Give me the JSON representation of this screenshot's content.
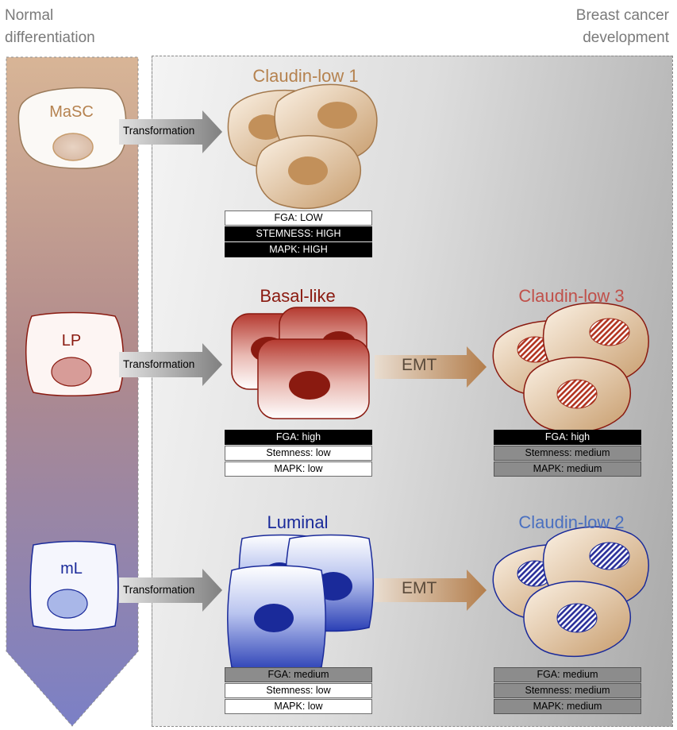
{
  "header": {
    "left_line1": "Normal",
    "left_line2": "differentiation",
    "right_line1": "Breast cancer",
    "right_line2": "development"
  },
  "normal_cells": {
    "masc": "MaSC",
    "lp": "LP",
    "ml": "mL"
  },
  "arrows": {
    "transformation_1": "Transformation",
    "transformation_2": "Transformation",
    "transformation_3": "Transformation",
    "emt_1": "EMT",
    "emt_2": "EMT"
  },
  "subtypes": {
    "claudin_low_1": {
      "title": "Claudin-low 1",
      "color": "#b5824f",
      "bars": [
        {
          "text": "FGA: LOW",
          "style": "white"
        },
        {
          "text": "STEMNESS: HIGH",
          "style": "black"
        },
        {
          "text": "MAPK: HIGH",
          "style": "black"
        }
      ]
    },
    "basal_like": {
      "title": "Basal-like",
      "color": "#8a1a10",
      "bars": [
        {
          "text": "FGA: high",
          "style": "black"
        },
        {
          "text": "Stemness: low",
          "style": "white"
        },
        {
          "text": "MAPK: low",
          "style": "white"
        }
      ]
    },
    "claudin_low_3": {
      "title": "Claudin-low 3",
      "color": "#c0504a",
      "bars": [
        {
          "text": "FGA: high",
          "style": "black"
        },
        {
          "text": "Stemness: medium",
          "style": "gray"
        },
        {
          "text": "MAPK: medium",
          "style": "gray"
        }
      ]
    },
    "luminal": {
      "title": "Luminal",
      "color": "#1a2a9a",
      "bars": [
        {
          "text": "FGA: medium",
          "style": "gray"
        },
        {
          "text": "Stemness: low",
          "style": "white"
        },
        {
          "text": "MAPK: low",
          "style": "white"
        }
      ]
    },
    "claudin_low_2": {
      "title": "Claudin-low 2",
      "color": "#4a70c0",
      "bars": [
        {
          "text": "FGA: medium",
          "style": "gray"
        },
        {
          "text": "Stemness: medium",
          "style": "gray"
        },
        {
          "text": "MAPK: medium",
          "style": "gray"
        }
      ]
    }
  },
  "colors": {
    "tan": "#c9a07a",
    "dark_red": "#8a1a10",
    "dark_blue": "#1a2a9a",
    "emt_arrow": "#b7895a"
  }
}
